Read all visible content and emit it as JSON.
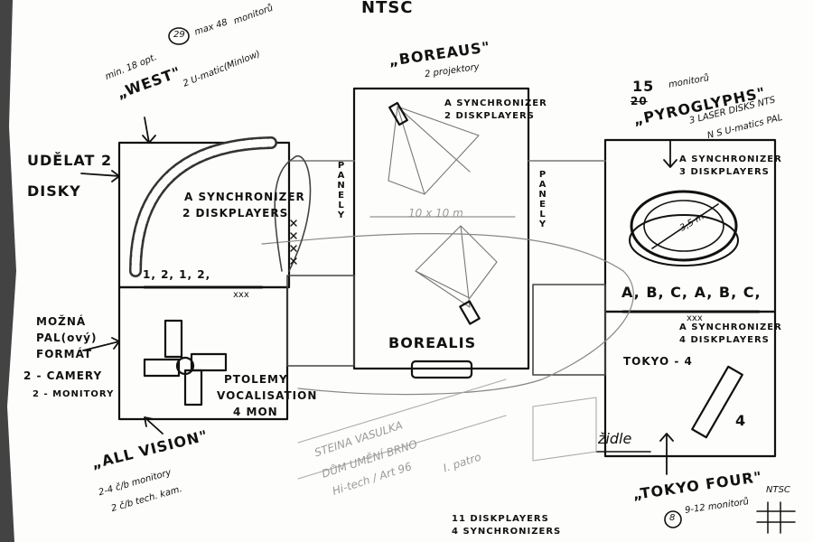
{
  "header": {
    "title": "NTSC"
  },
  "west": {
    "note_line1": "min. 18 opt.",
    "note_number": "29",
    "note_max": "max 48",
    "note_monitors": "monitorů",
    "name": "„WEST\"",
    "umatics": "2 U-matic(Minlow)",
    "equipment_1": "A SYNCHRONIZER",
    "equipment_2": "2 DISKPLAYERS",
    "sequence": "1, 2, 1, 2,",
    "marks": "xxx"
  },
  "left_notes": {
    "make_line1": "UDĚLAT 2",
    "make_line2": "DISKY",
    "format_1": "MOŽNÁ",
    "format_2": "PAL(ový)",
    "format_3": "FORMÁT",
    "format_4": "2 - CAMERY",
    "format_5": "2 - MONITORY"
  },
  "all_vision": {
    "name": "„ALL VISION\"",
    "line1": "2-4 č/b monitory",
    "line2": "2 č/b tech. kam.",
    "ptolemy_1": "PTOLEMY",
    "ptolemy_2": "VOCALISATION",
    "ptolemy_3": "4 MON"
  },
  "boreaus": {
    "name": "„BOREAUS\"",
    "projectors": "2 projektory",
    "equipment_1": "A SYNCHRONIZER",
    "equipment_2": "2 DISKPLAYERS",
    "dimension": "10 x 10 m",
    "label": "BOREALIS",
    "panels_left": "PANELY",
    "panels_right": "PANELY"
  },
  "pyroglyphs": {
    "count": "15",
    "count_crossed": "20",
    "count_label": "monitorů",
    "name": "„PYROGLYPHS\"",
    "laser_1": "3 LASER DISKS NTS",
    "laser_2": "N S U-matics PAL",
    "equipment_1": "A SYNCHRONIZER",
    "equipment_2": "3 DISKPLAYERS",
    "diameter": "3,5 m",
    "sequence": "A, B, C, A, B, C,",
    "marks": "xxx"
  },
  "tokyo": {
    "equipment_1": "A SYNCHRONIZER",
    "equipment_2": "4 DISKPLAYERS",
    "label": "TOKYO - 4",
    "count": "4",
    "chair": "židle",
    "name": "„TOKYO FOUR\"",
    "day_number": "8",
    "monitors": "9-12 monitorů",
    "ntsc": "NTSC"
  },
  "venue": {
    "line1": "STEINA VASULKA",
    "line2": "DŮM UMĚNÍ BRNO",
    "line3": "Hi-tech / Art 96",
    "floor": "I. patro"
  },
  "totals": {
    "diskplayers": "11 DISKPLAYERS",
    "synchronizers": "4 SYNCHRONIZERS"
  }
}
